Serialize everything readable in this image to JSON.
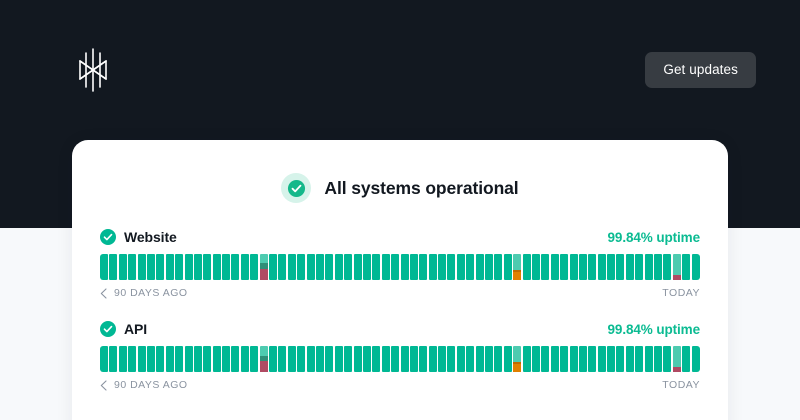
{
  "theme": {
    "hero_bg": "#121820",
    "page_bg": "#f7f9fb",
    "card_bg": "#ffffff",
    "accent_green": "#00b894",
    "accent_green_light": "#4ecbb0",
    "badge_bg": "#d6f3ea",
    "incident_red": "#b04a63",
    "incident_orange": "#e08000",
    "muted_text": "#8a93a0",
    "button_bg": "#373c42"
  },
  "header": {
    "logo_icon": "asterisk-emblem-logo",
    "get_updates_label": "Get updates"
  },
  "card": {
    "overall": {
      "icon": "check-circle-icon",
      "label": "All systems operational"
    },
    "services": [
      {
        "icon": "check-circle-icon",
        "name": "Website",
        "uptime": "99.84% uptime",
        "footer_start": "90 DAYS AGO",
        "footer_end": "TODAY",
        "chevron_icon": "chevron-left-icon",
        "segments": 60,
        "incidents": [
          {
            "index": 17,
            "color": "#b04a63",
            "height_pct": 42,
            "top_color": "#2f8f78",
            "top_height_pct": 22,
            "lighter_bar": true
          },
          {
            "index": 44,
            "color": "#e08000",
            "height_pct": 30,
            "top_color": "#c06a00",
            "top_height_pct": 10,
            "lighter_bar": true
          },
          {
            "index": 61,
            "color": "#b04a63",
            "height_pct": 18,
            "top_color": null,
            "top_height_pct": 0,
            "lighter_bar": true
          }
        ]
      },
      {
        "icon": "check-circle-icon",
        "name": "API",
        "uptime": "99.84% uptime",
        "footer_start": "90 DAYS AGO",
        "footer_end": "TODAY",
        "chevron_icon": "chevron-left-icon",
        "segments": 60,
        "incidents": [
          {
            "index": 17,
            "color": "#b04a63",
            "height_pct": 42,
            "top_color": "#2f8f78",
            "top_height_pct": 20,
            "lighter_bar": true
          },
          {
            "index": 44,
            "color": "#e08000",
            "height_pct": 30,
            "top_color": "#c06a00",
            "top_height_pct": 10,
            "lighter_bar": true
          },
          {
            "index": 61,
            "color": "#b04a63",
            "height_pct": 18,
            "top_color": null,
            "top_height_pct": 0,
            "lighter_bar": true
          }
        ]
      }
    ]
  }
}
